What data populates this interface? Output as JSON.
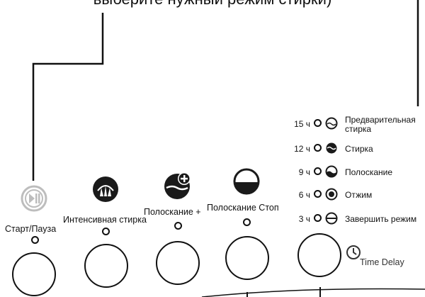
{
  "caption": "выберите нужный режим стирки)",
  "buttons": [
    {
      "label": "Старт/Пауза"
    },
    {
      "label": "Интенсивная стирка"
    },
    {
      "label": "Полоскание +"
    },
    {
      "label": "Полоскание Стоп"
    }
  ],
  "delay_rows": [
    {
      "hours": "15 ч",
      "label_line1": "Предварительная",
      "label_line2": "стирка"
    },
    {
      "hours": "12 ч",
      "label_line1": "Стирка",
      "label_line2": ""
    },
    {
      "hours": "9 ч",
      "label_line1": "Полоскание",
      "label_line2": ""
    },
    {
      "hours": "6 ч",
      "label_line1": "Отжим",
      "label_line2": ""
    },
    {
      "hours": "3 ч",
      "label_line1": "Завершить режим",
      "label_line2": ""
    }
  ],
  "time_delay": {
    "label": "Time Delay"
  },
  "colors": {
    "start_icon": "#bdbdbd",
    "icon_dark": "#1a1a1a"
  },
  "icons": [
    "play-pause-icon",
    "intensive-wash-icon",
    "rinse-plus-icon",
    "rinse-stop-icon",
    "prewash-icon",
    "wash-icon",
    "rinse-icon",
    "spin-icon",
    "finish-icon",
    "time-delay-icon"
  ]
}
